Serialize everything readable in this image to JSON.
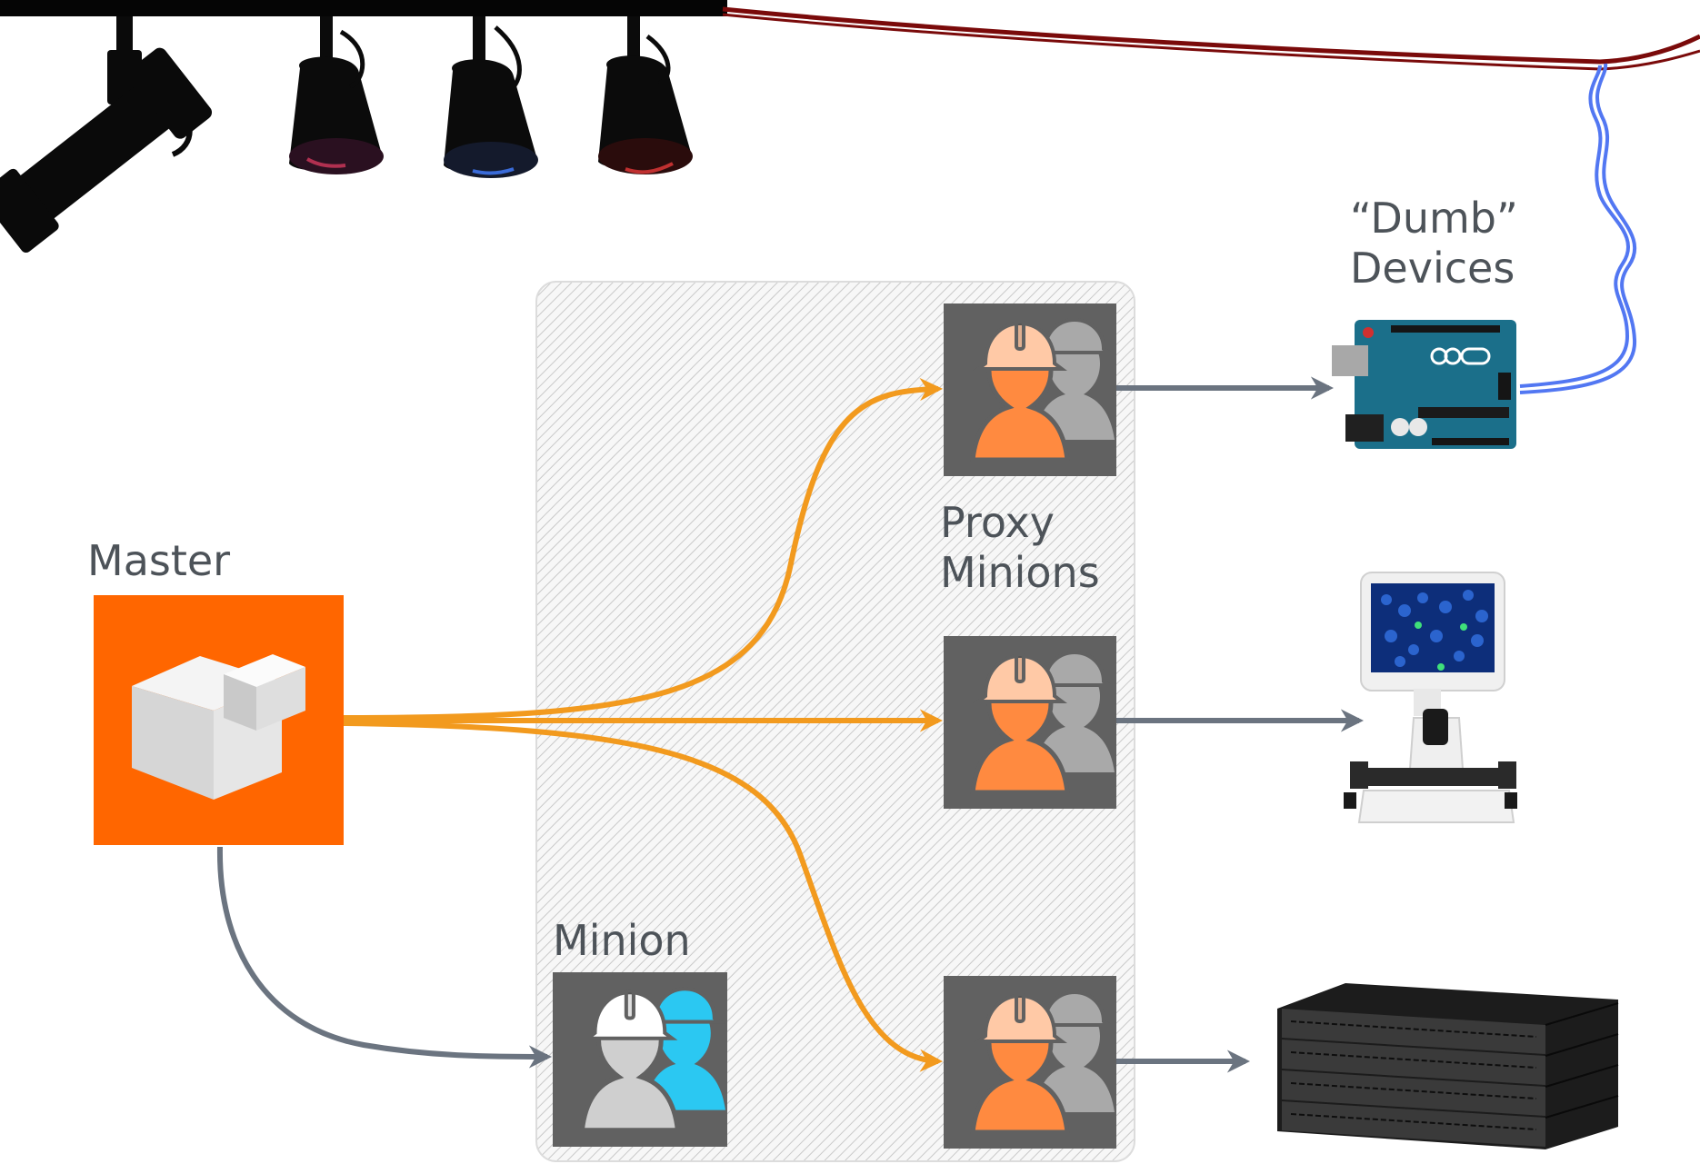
{
  "labels": {
    "master": "Master",
    "minion": "Minion",
    "proxy_minions": "Proxy\nMinions",
    "dumb_devices": "“Dumb”\nDevices"
  },
  "colors": {
    "master_orange": "#ff6600",
    "orange_arrow": "#f29a1e",
    "grey_arrow": "#6b7480",
    "tile_grey": "#616161",
    "minion_cyan": "#2bc8f2",
    "proxy_orange": "#ff8a40",
    "cable_red": "#7a0a0a",
    "cable_blue": "#5277f2",
    "arduino_teal": "#1b6f8a"
  },
  "icons": [
    "stage-lights-icon",
    "salt-master-cube-icon",
    "minion-workers-icon",
    "proxy-minion-workers-icon",
    "arduino-board-icon",
    "microscope-icon",
    "network-switch-stack-icon"
  ]
}
